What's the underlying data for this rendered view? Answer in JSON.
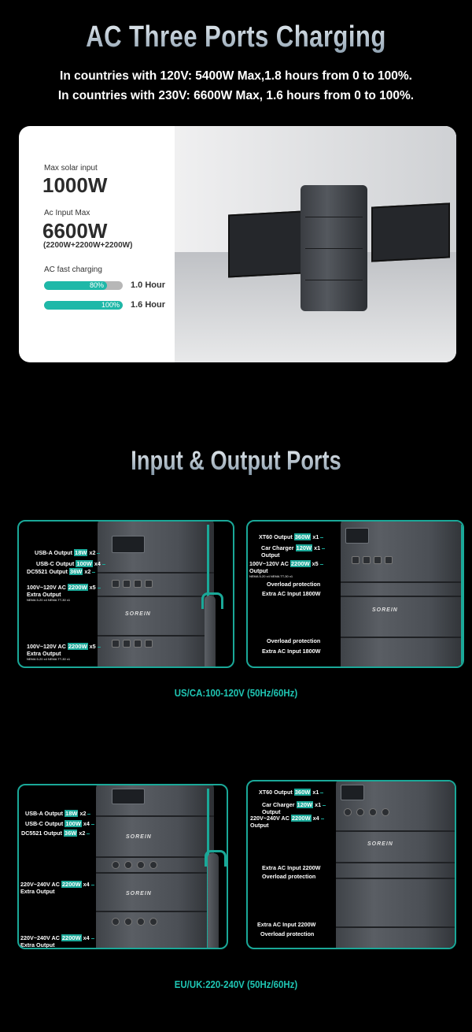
{
  "header": {
    "title": "AC Three Ports Charging",
    "line1": "In  countries with 120V: 5400W Max,1.8 hours from 0 to 100%.",
    "line2": "In countries with 230V: 6600W Max, 1.6 hours from 0 to 100%."
  },
  "specs": {
    "solar_label": "Max solar input",
    "solar_value": "1000W",
    "ac_label": "Ac Input Max",
    "ac_value": "6600W",
    "ac_breakdown": "(2200W+2200W+2200W)",
    "fast_label": "AC fast charging",
    "bars": [
      {
        "percent": 80,
        "text": "80%",
        "time": "1.0 Hour"
      },
      {
        "percent": 100,
        "text": "100%",
        "time": "1.6 Hour"
      }
    ]
  },
  "ports": {
    "title": "Input & Output Ports",
    "brand": "SOREIN",
    "us_caption": "US/CA:100-120V (50Hz/60Hz)",
    "eu_caption": "EU/UK:220-240V (50Hz/60Hz)",
    "us_left": [
      {
        "text": "USB-A Output",
        "badge": "18W",
        "count": "x2"
      },
      {
        "text": "USB-C Output",
        "badge": "100W",
        "count": "x4"
      },
      {
        "text": "DC5521 Output",
        "badge": "36W",
        "count": "x2"
      },
      {
        "text": "100V~120V AC",
        "badge": "2200W",
        "count": "x5",
        "line2": "Extra Output",
        "note": "NEMA 5-20 x4  NEMA TT-30 x1"
      },
      {
        "text": "100V~120V AC",
        "badge": "2200W",
        "count": "x5",
        "line2": "Extra Output",
        "note": "NEMA 5-20 x4  NEMA TT-30 x1"
      }
    ],
    "us_right": [
      {
        "text": "XT60 Output",
        "badge": "360W",
        "count": "x1"
      },
      {
        "text": "Car Charger",
        "badge": "120W",
        "count": "x1",
        "line2": "Output"
      },
      {
        "text": "100V~120V AC",
        "badge": "2200W",
        "count": "x5",
        "line2": "Output",
        "note": "NEMA 5-20 x4  NEMA TT-30 x1"
      },
      {
        "text": "Overload protection"
      },
      {
        "text": "Extra AC Input 1800W"
      },
      {
        "text": "Overload protection"
      },
      {
        "text": "Extra AC Input 1800W"
      }
    ],
    "eu_left": [
      {
        "text": "USB-A Output",
        "badge": "18W",
        "count": "x2"
      },
      {
        "text": "USB-C Output",
        "badge": "100W",
        "count": "x4"
      },
      {
        "text": "DC5521 Output",
        "badge": "36W",
        "count": "x2"
      },
      {
        "text": "220V~240V AC",
        "badge": "2200W",
        "count": "x4",
        "line2": "Extra Output"
      },
      {
        "text": "220V~240V AC",
        "badge": "2200W",
        "count": "x4",
        "line2": "Extra Output"
      }
    ],
    "eu_right": [
      {
        "text": "XT60 Output",
        "badge": "360W",
        "count": "x1"
      },
      {
        "text": "Car Charger",
        "badge": "120W",
        "count": "x1",
        "line2": "Output"
      },
      {
        "text": "220V~240V AC",
        "badge": "2200W",
        "count": "x4",
        "line2": "Output"
      },
      {
        "text": "Extra AC Input 2200W"
      },
      {
        "text": "Overload protection"
      },
      {
        "text": "Extra AC Input 2200W"
      },
      {
        "text": "Overload protection"
      }
    ]
  },
  "colors": {
    "accent": "#1aa898",
    "caption": "#1fc6b4"
  }
}
